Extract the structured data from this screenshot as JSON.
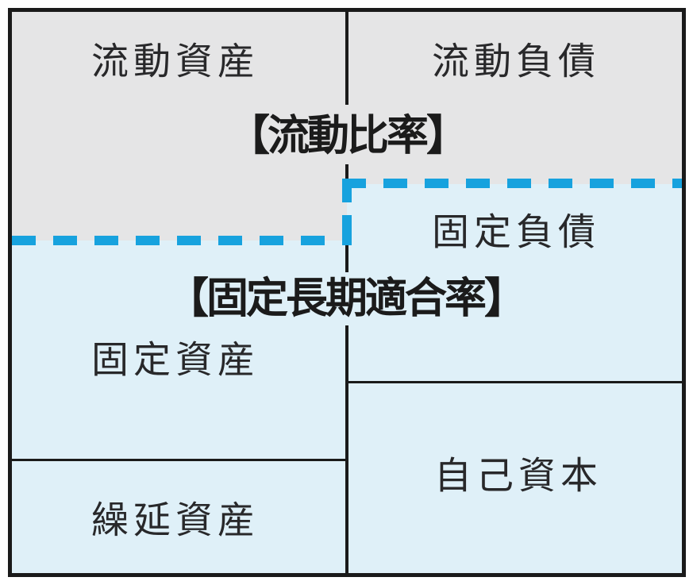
{
  "diagram": {
    "kind": "balance-sheet-structure",
    "cells": {
      "current_assets": "流動資産",
      "current_liabilities": "流動負債",
      "fixed_liabilities": "固定負債",
      "fixed_assets": "固定資産",
      "equity": "自己資本",
      "deferred_assets": "繰延資産"
    },
    "ratios": {
      "current_ratio": "【流動比率】",
      "fixed_long_term_conformity_ratio": "【固定長期適合率】"
    },
    "colors": {
      "upper_region_bg": "#e5e5e6",
      "lower_region_bg": "#dff0f8",
      "dashed_boundary": "#17a2de",
      "lines": "#1a1a1a",
      "page_bg": "#ffffff"
    }
  }
}
